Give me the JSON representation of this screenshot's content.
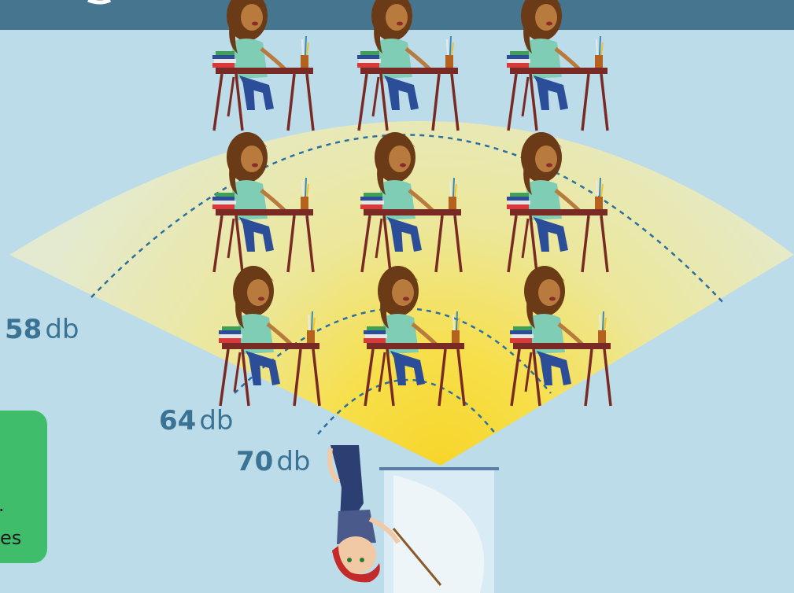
{
  "levels": [
    {
      "value": "58",
      "unit": "db"
    },
    {
      "value": "64",
      "unit": "db"
    },
    {
      "value": "70",
      "unit": "db"
    }
  ],
  "note": {
    "line1": ".",
    "line2": "es"
  },
  "colors": {
    "background": "#bcdcea",
    "header_bar": "#45758f",
    "cone_inner": "#f7d52a",
    "cone_outer": "#e4ead0",
    "dashed_arc": "#2a6fa0",
    "label": "#3a7394",
    "note_box": "#3fbd6a"
  },
  "icons": [
    "student-at-desk-icon",
    "teacher-icon",
    "whiteboard-icon"
  ]
}
